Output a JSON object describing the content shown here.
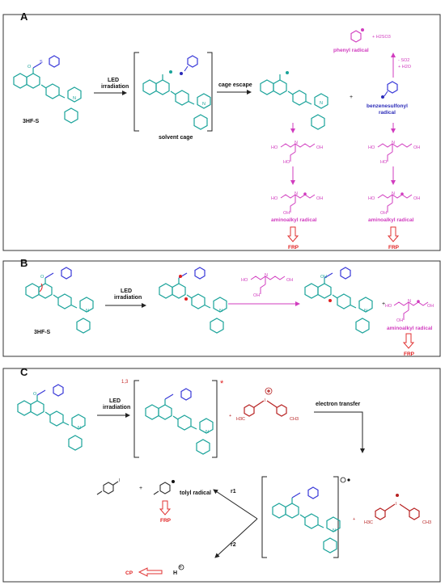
{
  "panels": {
    "a": {
      "label": "A",
      "compound": "3HF-S",
      "step1": [
        "LED",
        "irradiation"
      ],
      "cage_label": "solvent cage",
      "step2": "cage escape",
      "plus": "+",
      "phenyl_radical": "phenyl radical",
      "h2so3": "+   H2SO3",
      "so2_loss": [
        "- SO2",
        "+ H2O"
      ],
      "sulfonyl_radical": [
        "benzenesulfonyl",
        "radical"
      ],
      "aminoalkyl_left": "aminoalkyl radical",
      "aminoalkyl_right": "aminoalkyl radical",
      "frp_left": "FRP",
      "frp_right": "FRP"
    },
    "b": {
      "label": "B",
      "compound": "3HF-S",
      "step1": [
        "LED",
        "irradiation"
      ],
      "plus": "+",
      "aminoalkyl": "aminoalkyl radical",
      "frp": "FRP"
    },
    "c": {
      "label": "C",
      "step1": [
        "LED",
        "irradiation"
      ],
      "excited_prefix": "1,3",
      "excited_star": "*",
      "plus_iodonium": "+",
      "electron_transfer": "electron transfer",
      "r1": "r1",
      "r2": "r2",
      "plus_products": "+",
      "tolyl_radical": "tolyl radical",
      "frp": "FRP",
      "cp": "CP",
      "h_plus": "H",
      "plus_cation": "+"
    }
  },
  "atoms": {
    "o": "O",
    "s": "S",
    "n": "N",
    "i": "I",
    "ho": "HO",
    "oh": "OH",
    "ch3": "CH3",
    "h3c": "H3C"
  },
  "colors": {
    "scaffold": "#1aa39a",
    "sulfonyl": "#3a3ad8",
    "amine": "#d13cbf",
    "iodonium": "#b72222",
    "frp_arrow": "#e03030"
  }
}
